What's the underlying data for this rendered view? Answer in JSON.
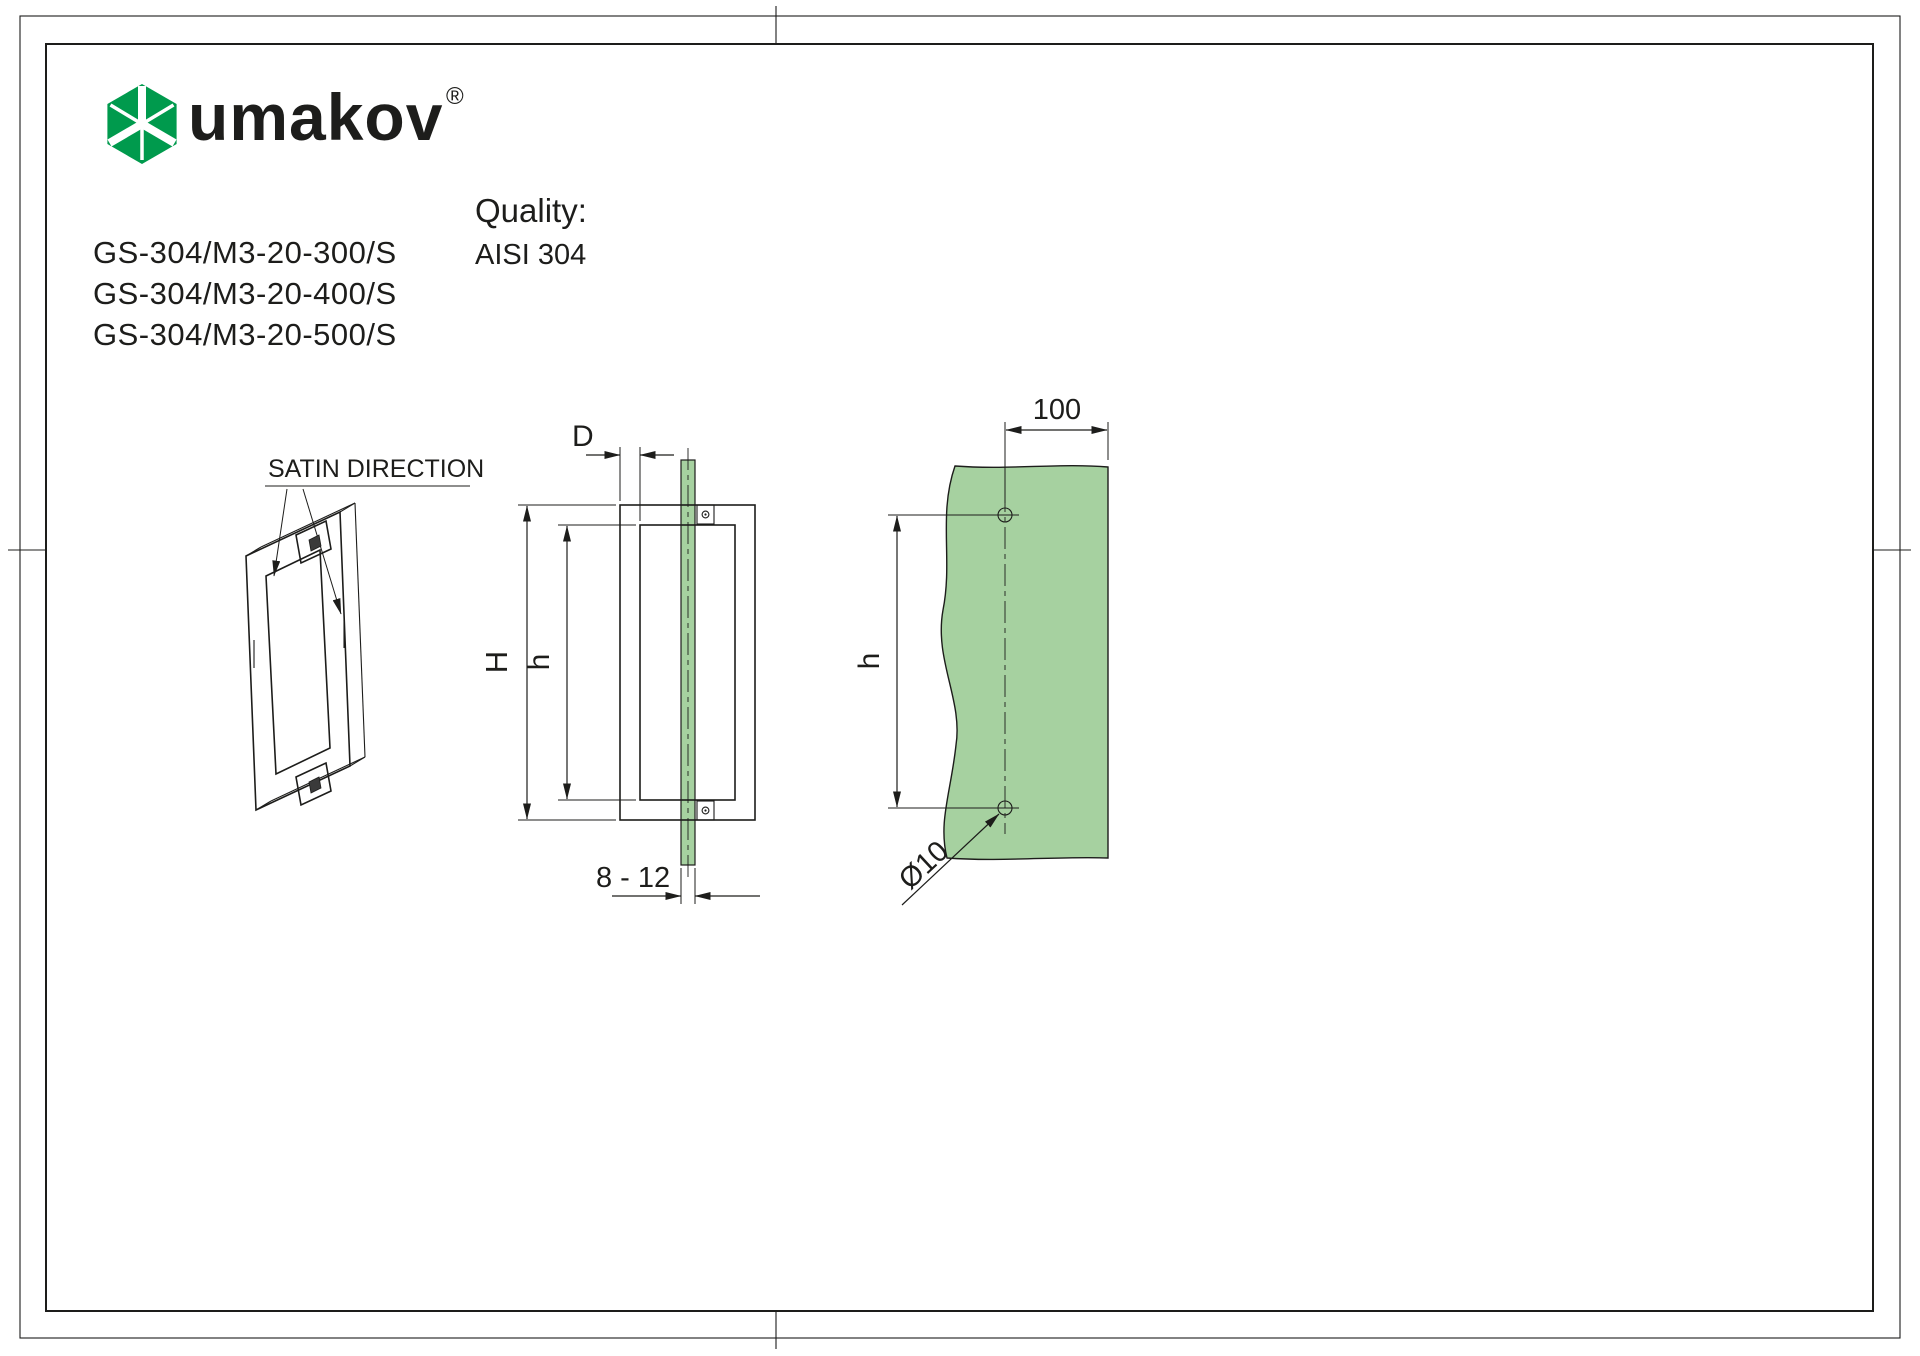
{
  "colors": {
    "logo_green": "#009a4d",
    "glass": "#a6d1a0",
    "line": "#1d1d1b"
  },
  "logo": {
    "brand": "umakov",
    "registered": "®"
  },
  "header": {
    "quality_label": "Quality:",
    "quality_value": "AISI 304"
  },
  "product_codes": [
    "GS-304/M3-20-300/S",
    "GS-304/M3-20-400/S",
    "GS-304/M3-20-500/S"
  ],
  "annotations": {
    "satin_direction": "SATIN DIRECTION"
  },
  "dimensions": {
    "front_width": "D",
    "front_height_outer": "H",
    "front_height_inner": "h",
    "glass_thickness": "8 - 12",
    "hole_offset_x": "100",
    "hole_spacing": "h",
    "hole_diameter": "Ø10"
  }
}
